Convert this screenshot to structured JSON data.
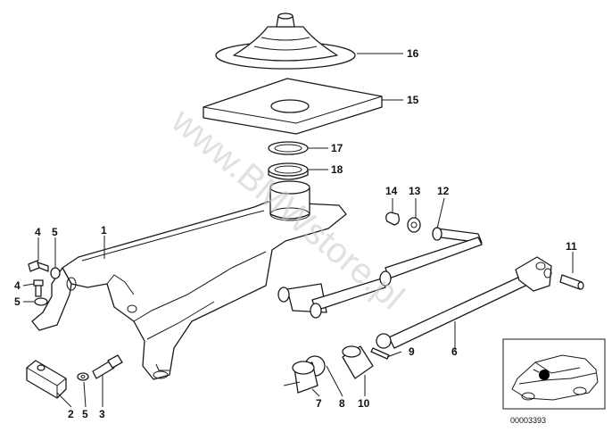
{
  "watermark": "www.BMWstore.pl",
  "reference_number": "00003393",
  "callouts": {
    "c1": "1",
    "c2": "2",
    "c3": "3",
    "c4a": "4",
    "c4b": "4",
    "c5a": "5",
    "c5b": "5",
    "c5c": "5",
    "c6": "6",
    "c7": "7",
    "c8": "8",
    "c9": "9",
    "c10": "10",
    "c11": "11",
    "c12": "12",
    "c13": "13",
    "c14": "14",
    "c15": "15",
    "c16": "16",
    "c17": "17",
    "c18": "18"
  },
  "colors": {
    "line": "#1a1a1a",
    "shade": "#cfcfcf",
    "watermark": "#c8c8c8",
    "inset_marker": "#000000"
  }
}
